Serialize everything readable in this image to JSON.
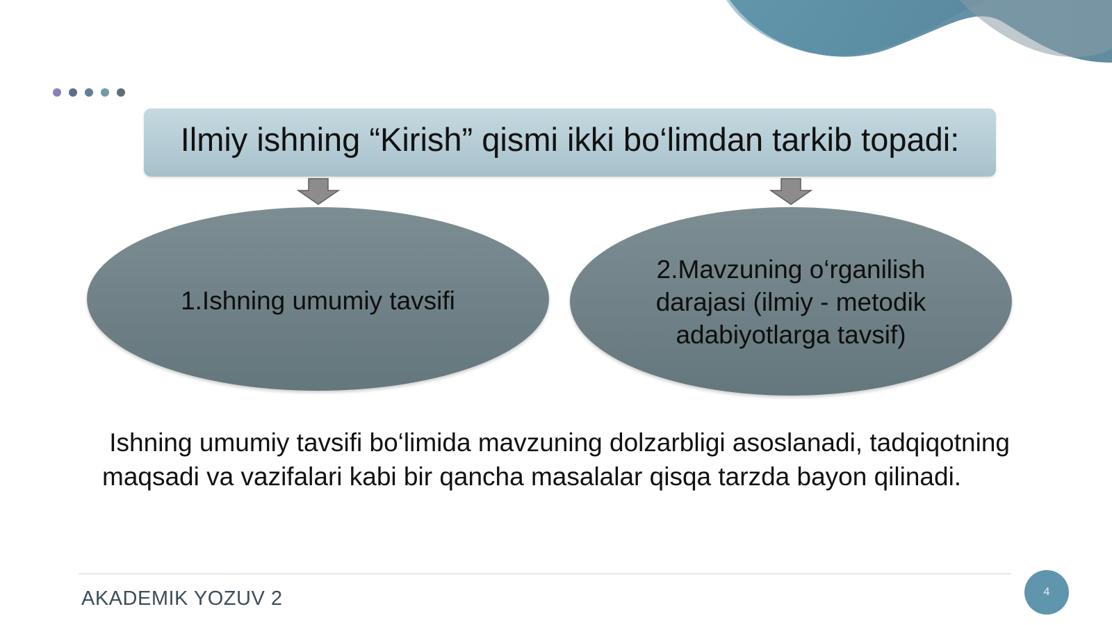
{
  "slide": {
    "title": "Ilmiy ishning “Kirish” qismi ikki bo‘limdan tarkib topadi:",
    "branches": [
      {
        "label": "1.Ishning umumiy tavsifi"
      },
      {
        "label": "2.Mavzuning o‘rganilish darajasi (ilmiy - metodik adabiyotlarga tavsif)"
      }
    ],
    "body": " Ishning umumiy tavsifi bo‘limida mavzuning dolzarbligi asoslanadi, tadqiqotning maqsadi va vazifalari kabi bir qancha masalalar qisqa tarzda bayon qilinadi."
  },
  "footer": {
    "course": "AKADEMIK YOZUV 2",
    "page_number": "4"
  },
  "colors": {
    "dots": [
      "#8a7fba",
      "#5f6f86",
      "#657e96",
      "#6f9aa8",
      "#5f6f74"
    ],
    "title_box": "#b3cbd3",
    "ellipse": "#72848a",
    "arrow": "#8c8c8c",
    "wave_front": "#5e93ab",
    "wave_back": "#8fb7c7",
    "page_badge": "#5f95ad"
  },
  "icons": {
    "arrows": "down-arrow-icon",
    "dots": "decorative-dots"
  }
}
